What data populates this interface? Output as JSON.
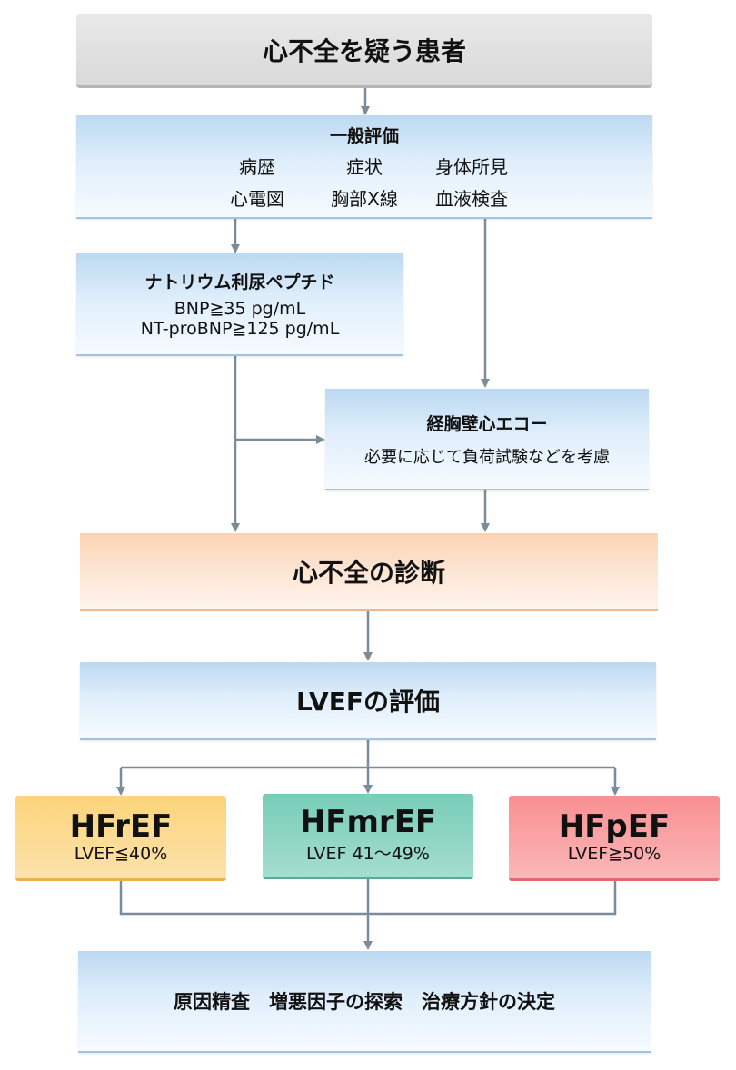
{
  "suspect": {
    "title": "心不全を疑う患者"
  },
  "general": {
    "title": "一般評価",
    "items": [
      "病歴",
      "症状",
      "身体所見",
      "心電図",
      "胸部X線",
      "血液検査"
    ]
  },
  "peptide": {
    "title": "ナトリウム利尿ペプチド",
    "line1": "BNP≧35 pg/mL",
    "line2": "NT-proBNP≧125 pg/mL"
  },
  "echo": {
    "title": "経胸壁心エコー",
    "note": "必要に応じて負荷試験などを考慮"
  },
  "diagnosis": {
    "title": "心不全の診断"
  },
  "lvef": {
    "title": "LVEFの評価"
  },
  "categories": [
    {
      "name": "HFrEF",
      "criteria": "LVEF≦40%",
      "color": "#fcd37a"
    },
    {
      "name": "HFmrEF",
      "criteria": "LVEF 41～49%",
      "color": "#77cdb8"
    },
    {
      "name": "HFpEF",
      "criteria": "LVEF≧50%",
      "color": "#f98f92"
    }
  ],
  "final": {
    "title": "原因精査　増悪因子の探索　治療方針の決定"
  },
  "colors": {
    "arrow": "#7a8c9a",
    "blue_box": "#bcd9f2",
    "orange_box": "#fbd3b4",
    "gray_box": "#e0e0e0"
  }
}
